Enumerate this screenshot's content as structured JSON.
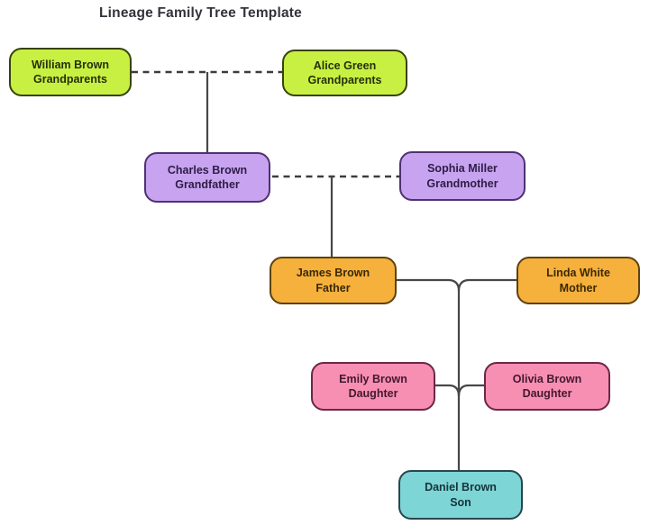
{
  "title": "Lineage Family Tree Template",
  "palette": {
    "grandparents_green": "#c8f042",
    "grandparent_purple": "#c8a4f0",
    "parent_orange": "#f6b03c",
    "daughter_pink": "#f78fb3",
    "son_teal": "#7dd5d6",
    "connector_gray": "#474747"
  },
  "nodes": [
    {
      "id": "william",
      "name": "William Brown",
      "role": "Grandparents",
      "color": "#c8f042"
    },
    {
      "id": "alice",
      "name": "Alice Green",
      "role": "Grandparents",
      "color": "#c8f042"
    },
    {
      "id": "charles",
      "name": "Charles Brown",
      "role": "Grandfather",
      "color": "#c8a4f0"
    },
    {
      "id": "sophia",
      "name": "Sophia Miller",
      "role": "Grandmother",
      "color": "#c8a4f0"
    },
    {
      "id": "james",
      "name": "James Brown",
      "role": "Father",
      "color": "#f6b03c"
    },
    {
      "id": "linda",
      "name": "Linda White",
      "role": "Mother",
      "color": "#f6b03c"
    },
    {
      "id": "emily",
      "name": "Emily Brown",
      "role": "Daughter",
      "color": "#f78fb3"
    },
    {
      "id": "olivia",
      "name": "Olivia Brown",
      "role": "Daughter",
      "color": "#f78fb3"
    },
    {
      "id": "daniel",
      "name": "Daniel Brown",
      "role": "Son",
      "color": "#7dd5d6"
    }
  ],
  "connectors": [
    {
      "from": "william",
      "to": "alice",
      "style": "dashed",
      "type": "marriage"
    },
    {
      "from": "william-alice",
      "to": "charles",
      "style": "solid",
      "type": "descent"
    },
    {
      "from": "charles",
      "to": "sophia",
      "style": "dashed",
      "type": "marriage"
    },
    {
      "from": "charles-sophia",
      "to": "james",
      "style": "solid",
      "type": "descent"
    },
    {
      "from": "james",
      "to": "linda",
      "style": "solid",
      "type": "marriage"
    },
    {
      "from": "james-linda",
      "to": "emily",
      "style": "solid",
      "type": "descent"
    },
    {
      "from": "james-linda",
      "to": "olivia",
      "style": "solid",
      "type": "descent"
    },
    {
      "from": "james-linda",
      "to": "daniel",
      "style": "solid",
      "type": "descent"
    }
  ]
}
